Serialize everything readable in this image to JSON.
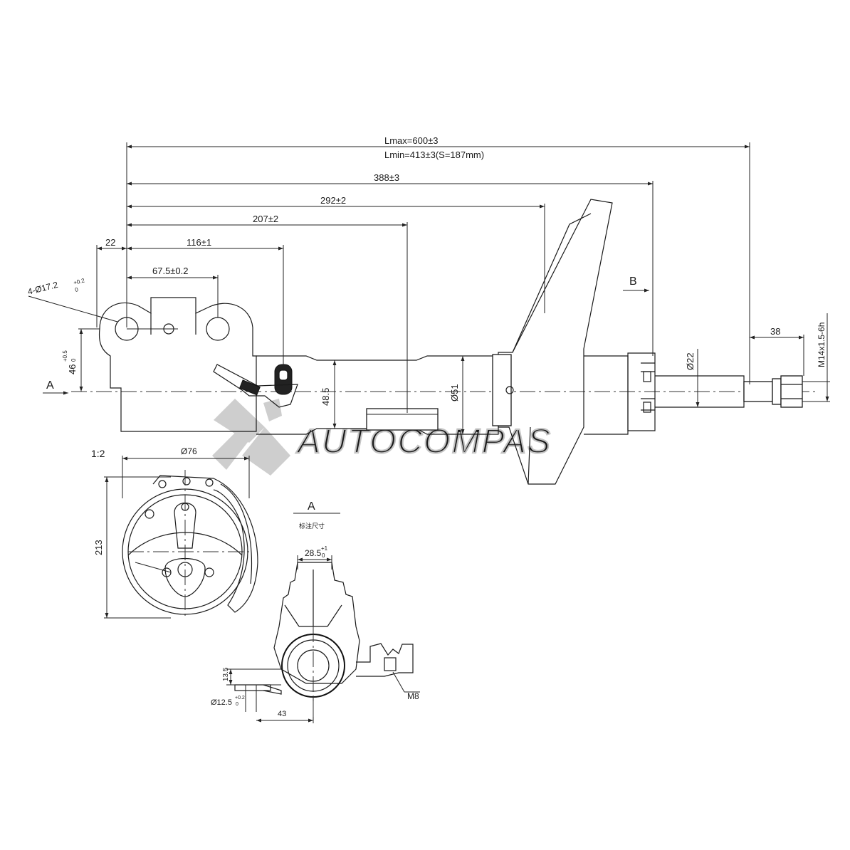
{
  "watermark": {
    "brand": "AUTOCOMPAS"
  },
  "side_view": {
    "lmax": "Lmax=600±3",
    "lmin": "Lmin=413±3(S=187mm)",
    "dim_388": "388±3",
    "dim_292": "292±2",
    "dim_207": "207±2",
    "dim_116": "116±1",
    "dim_22": "22",
    "dim_67_5": "67.5±0.2",
    "hole_callout_main": "4-Ø17.2",
    "hole_callout_tol_upper": "+0.2",
    "hole_callout_tol_lower": "0",
    "dim_46_main": "46",
    "dim_46_tol_upper": "+0.5",
    "dim_46_tol_lower": "0",
    "dim_48_5": "48.5",
    "dim_d51": "Ø51",
    "dim_d22": "Ø22",
    "dim_38": "38",
    "thread_spec": "M14x1.5-6h",
    "view_a_arrow_label": "A",
    "view_b_arrow_label": "B"
  },
  "top_view": {
    "scale": "1:2",
    "dim_top_width": "Ø76",
    "dim_213": "213"
  },
  "view_a": {
    "title": "A",
    "subtitle": "标注尺寸",
    "dim_28_5_main": "28.5",
    "dim_28_5_tol_upper": "+1",
    "dim_28_5_tol_lower": "0",
    "dim_13_5": "13.5",
    "dim_d12_5_main": "Ø12.5",
    "dim_d12_5_tol_upper": "+0.2",
    "dim_d12_5_tol_lower": "0",
    "dim_43": "43",
    "thread_m8": "M8"
  }
}
